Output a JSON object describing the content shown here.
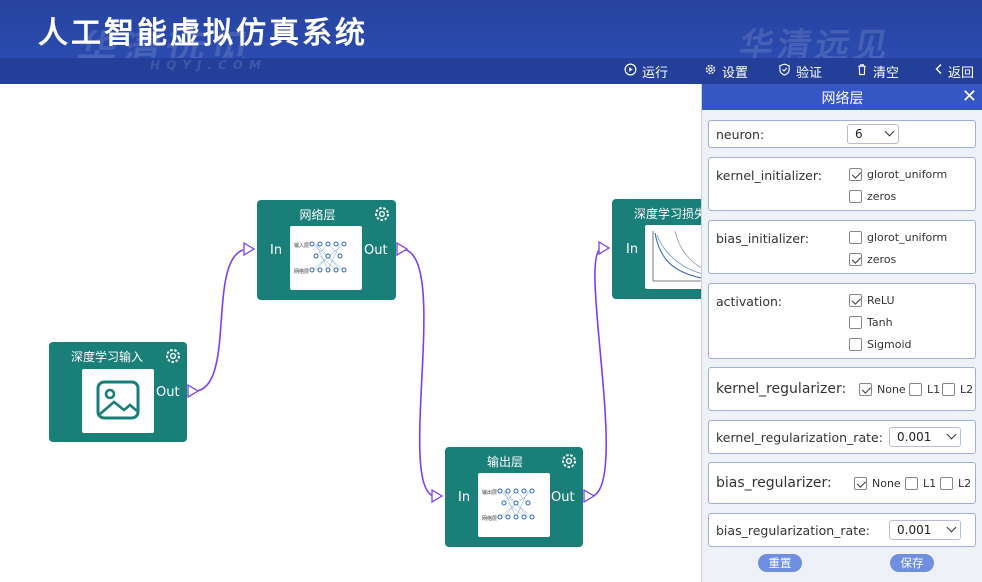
{
  "app": {
    "title": "人工智能虚拟仿真系统",
    "watermark": "华清远见",
    "watermark_sub": "HQYJ.COM"
  },
  "toolbar": {
    "run": "运行",
    "settings": "设置",
    "verify": "验证",
    "clear": "清空",
    "back": "返回"
  },
  "nodes": {
    "input": {
      "title": "深度学习输入",
      "out": "Out"
    },
    "network": {
      "title": "网络层",
      "in": "In",
      "out": "Out",
      "img_top": "输入层",
      "img_bottom": "网络层"
    },
    "output": {
      "title": "输出层",
      "in": "In",
      "out": "Out",
      "img_top": "输出层",
      "img_bottom": "网络层"
    },
    "loss": {
      "title": "深度学习损失",
      "in": "In"
    }
  },
  "panel": {
    "title": "网络层",
    "neuron": {
      "label": "neuron:",
      "value": "6"
    },
    "kernel_initializer": {
      "label": "kernel_initializer:",
      "options": [
        "glorot_uniform",
        "zeros"
      ],
      "checked": [
        true,
        false
      ]
    },
    "bias_initializer": {
      "label": "bias_initializer:",
      "options": [
        "glorot_uniform",
        "zeros"
      ],
      "checked": [
        false,
        true
      ]
    },
    "activation": {
      "label": "activation:",
      "options": [
        "ReLU",
        "Tanh",
        "Sigmoid"
      ],
      "checked": [
        true,
        false,
        false
      ]
    },
    "kernel_regularizer": {
      "label": "kernel_regularizer:",
      "options": [
        "None",
        "L1",
        "L2"
      ],
      "checked": [
        true,
        false,
        false
      ]
    },
    "kernel_regularization_rate": {
      "label": "kernel_regularization_rate:",
      "value": "0.001"
    },
    "bias_regularizer": {
      "label": "bias_regularizer:",
      "options": [
        "None",
        "L1",
        "L2"
      ],
      "checked": [
        true,
        false,
        false
      ]
    },
    "bias_regularization_rate": {
      "label": "bias_regularization_rate:",
      "value": "0.001"
    },
    "reset": "重置",
    "save": "保存"
  },
  "colors": {
    "header": "#2b4bb0",
    "node": "#1a7f78",
    "link": "#7b3ff2",
    "panel_head": "#3557c4"
  }
}
